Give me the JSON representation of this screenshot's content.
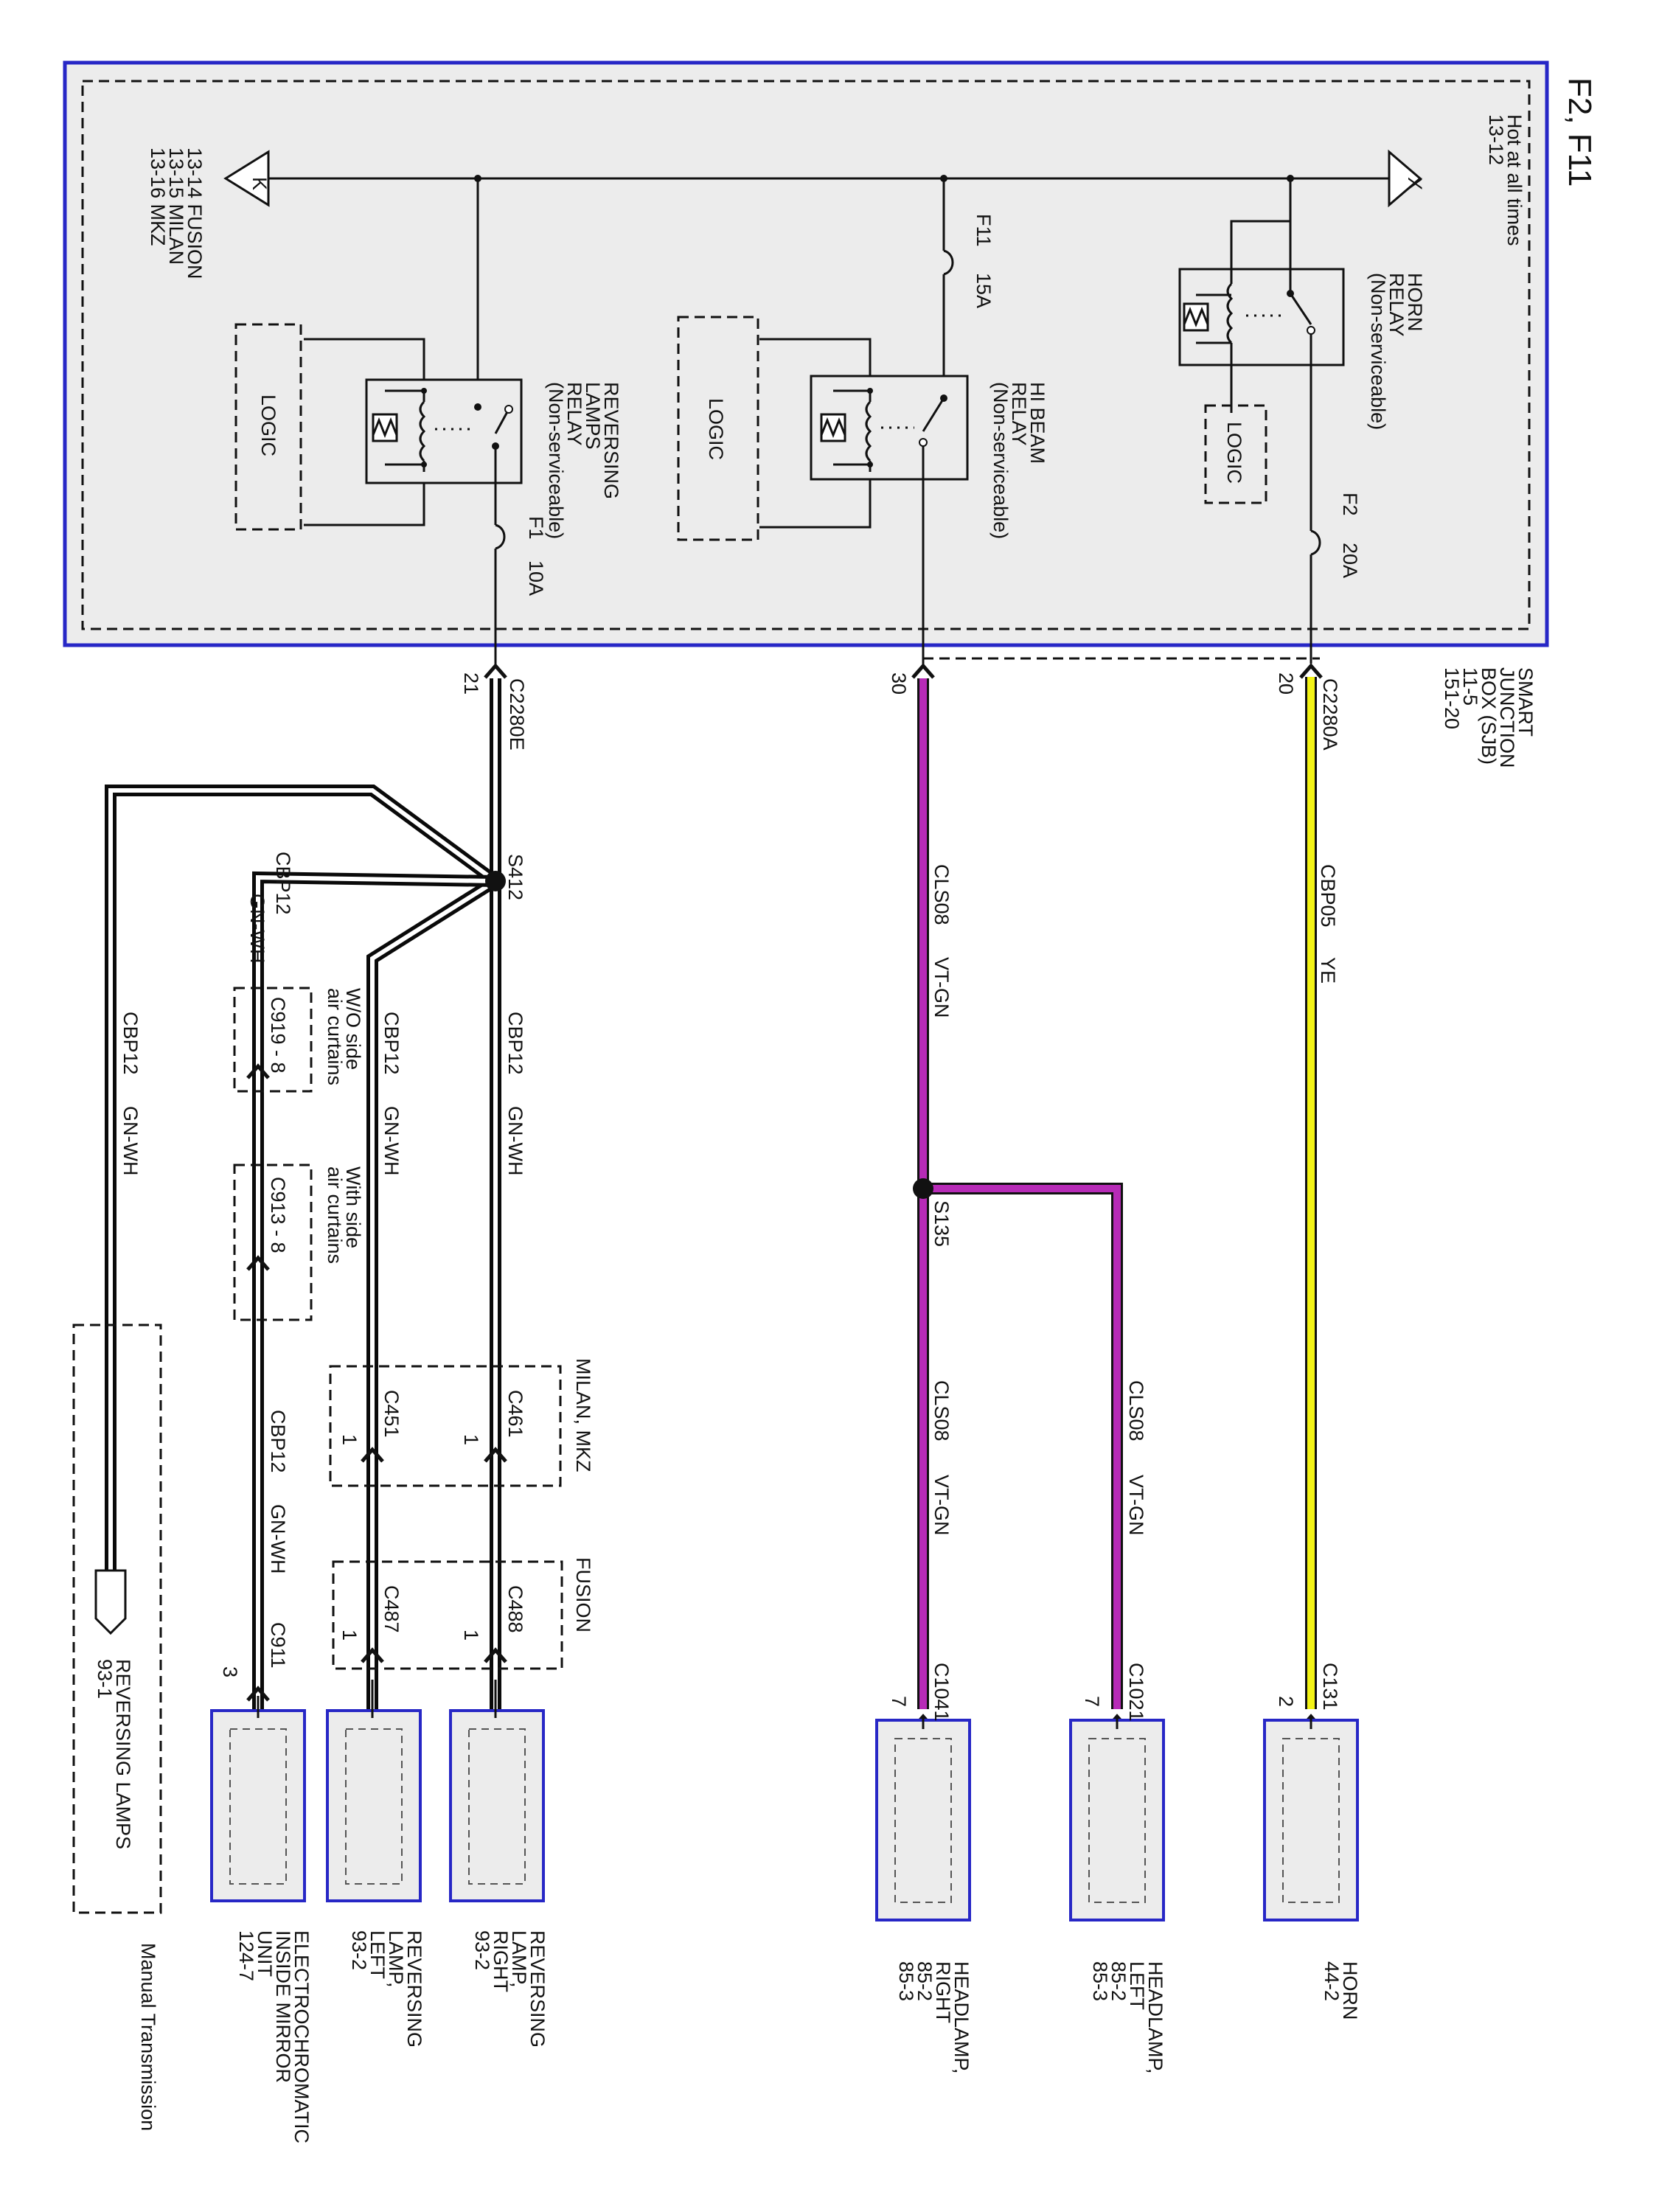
{
  "page_label": "F2, F11",
  "colors": {
    "frame_blue": "#2727c6",
    "box_fill": "#ececec",
    "wire_black": "#0a0a0a",
    "wire_yellow": "#f3f316",
    "wire_violet": "#b72bb7",
    "wire_white": "#ffffff"
  },
  "sjb": {
    "name": "SMART\nJUNCTION\nBOX (SJB)\n11-5\n151-20",
    "feed_x": {
      "label": "Hot at all times\n13-12",
      "symbol": "X"
    },
    "feed_k": {
      "label": "13-14   FUSION\n13-15   MILAN\n13-16   MKZ",
      "symbol": "K"
    },
    "horn_relay": "HORN\nRELAY\n(Non-serviceable)",
    "hi_beam_relay": "HI BEAM\nRELAY\n(Non-serviceable)",
    "reversing_relay": "REVERSING\nLAMPS\nRELAY\n(Non-serviceable)",
    "logic_label": "LOGIC",
    "fuses": {
      "f2": {
        "name": "F2",
        "rating": "20A"
      },
      "f11": {
        "name": "F11",
        "rating": "15A"
      },
      "f1": {
        "name": "F1",
        "rating": "10A"
      }
    }
  },
  "connectors": {
    "c2280a": {
      "name": "C2280A",
      "pin": "20"
    },
    "c2280a_hb": {
      "pin": "30"
    },
    "c2280e": {
      "name": "C2280E",
      "pin": "21"
    },
    "c131": {
      "name": "C131",
      "pin": "2"
    },
    "c1021": {
      "name": "C1021",
      "pin": "7"
    },
    "c1041": {
      "name": "C1041",
      "pin": "7"
    },
    "c461": {
      "name": "C461",
      "pin": "1"
    },
    "c451": {
      "name": "C451",
      "pin": "1"
    },
    "c488": {
      "name": "C488",
      "pin": "1"
    },
    "c487": {
      "name": "C487",
      "pin": "1"
    },
    "c919": {
      "name": "C919 - 8"
    },
    "c913": {
      "name": "C913 - 8"
    },
    "c911": {
      "name": "C911",
      "pin": "3"
    }
  },
  "splices": {
    "s135": "S135",
    "s412": "S412"
  },
  "wires": {
    "horn": {
      "circuit": "CBP05",
      "color": "YE"
    },
    "hi_beam": {
      "circuit": "CLS08",
      "color": "VT-GN"
    },
    "reversing": {
      "circuit": "CBP12",
      "color": "GN-WH"
    }
  },
  "options": {
    "wo_side": "W/O side\nair curtains",
    "with_side": "With side\nair curtains",
    "milan_mkz": "MILAN, MKZ",
    "fusion": "FUSION",
    "manual_transmission": "Manual Transmission"
  },
  "components": {
    "horn": "HORN\n44-2",
    "headlamp_left": "HEADLAMP,\nLEFT\n85-2\n85-3",
    "headlamp_right": "HEADLAMP,\nRIGHT\n85-2\n85-3",
    "rev_lamp_right": "REVERSING\nLAMP,\nRIGHT\n93-2",
    "rev_lamp_left": "REVERSING\nLAMP,\nLEFT\n93-2",
    "mirror": "ELECTROCHROMATIC\nINSIDE MIRROR\nUNIT\n124-7",
    "reversing_lamps_ref": "REVERSING LAMPS\n93-1"
  }
}
